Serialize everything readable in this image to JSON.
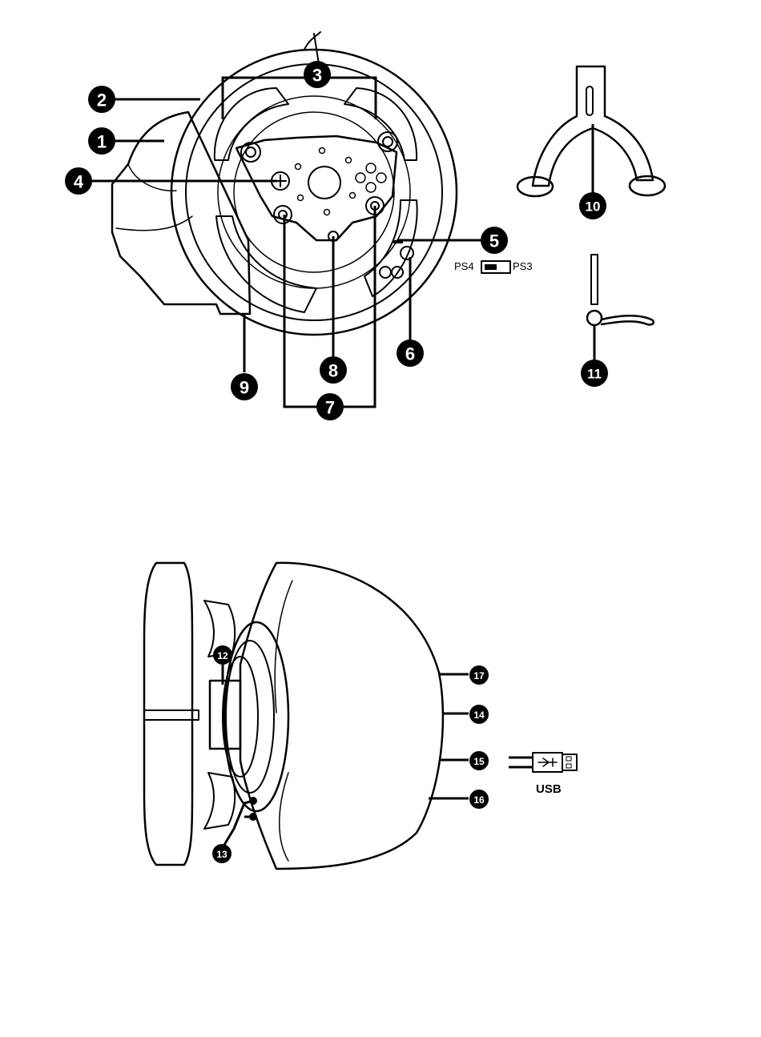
{
  "callouts": {
    "c1": "1",
    "c2": "2",
    "c3": "3",
    "c4": "4",
    "c5": "5",
    "c6": "6",
    "c7": "7",
    "c8": "8",
    "c9": "9",
    "c10": "10",
    "c11": "11",
    "c12": "12",
    "c13": "13",
    "c14": "14",
    "c15": "15",
    "c16": "16",
    "c17": "17"
  },
  "switch": {
    "left_label": "PS4",
    "right_label": "PS3"
  },
  "connector": {
    "label": "USB"
  }
}
